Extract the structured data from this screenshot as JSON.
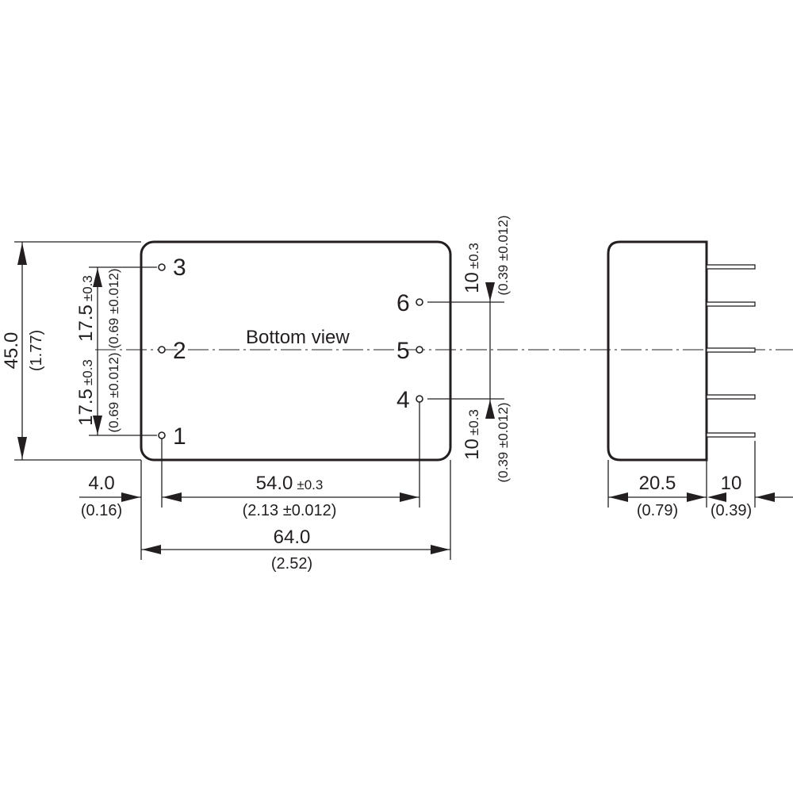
{
  "bottom_view": {
    "label": "Bottom view",
    "pins": [
      "1",
      "2",
      "3",
      "4",
      "5",
      "6"
    ]
  },
  "dimensions": {
    "height_mm": "45.0",
    "height_in": "(1.77)",
    "pin_pitch_left_mm": "17.5",
    "pin_pitch_left_tol": "±0.3",
    "pin_pitch_left_in": "(0.69 ±0.012)",
    "pin_offset_mm": "4.0",
    "pin_offset_in": "(0.16)",
    "pin_row_distance_mm": "54.0",
    "pin_row_distance_tol": "±0.3",
    "pin_row_distance_in": "(2.13 ±0.012)",
    "length_mm": "64.0",
    "length_in": "(2.52)",
    "pin_pitch_right_mm": "10",
    "pin_pitch_right_tol": "±0.3",
    "pin_pitch_right_in": "(0.39 ±0.012)",
    "depth_mm": "20.5",
    "depth_in": "(0.79)",
    "pin_length_mm": "10",
    "pin_length_in": "(0.39)"
  }
}
